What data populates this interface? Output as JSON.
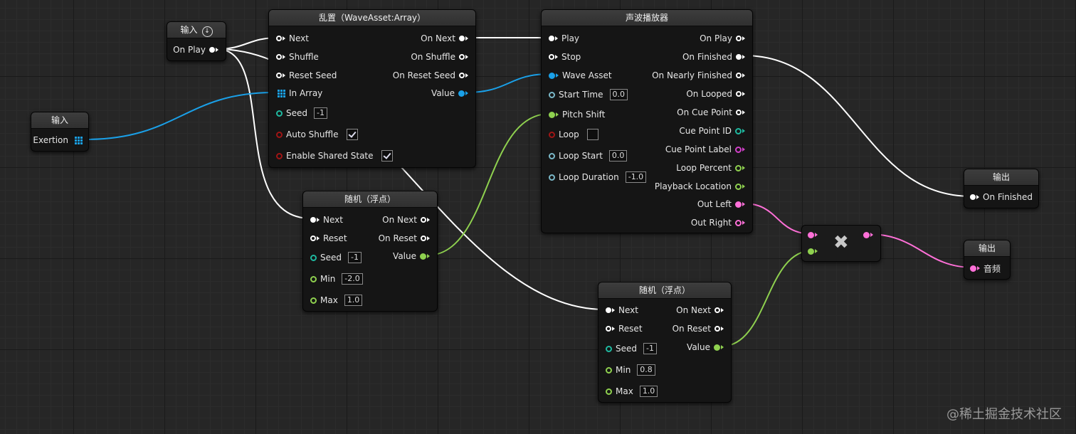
{
  "colors": {
    "exec": "#ffffff",
    "wave": "#1aa0e8",
    "float": "#8fd14f",
    "int": "#1fb9a0",
    "bool": "#a01515",
    "audio": "#ff70d8",
    "label": "#d040c8"
  },
  "input_play": {
    "title": "输入",
    "pin": "On Play"
  },
  "input_exertion": {
    "title": "输入",
    "pin": "Exertion"
  },
  "shuffle": {
    "title": "乱置（WaveAsset:Array）",
    "inputs": {
      "next": "Next",
      "shuffle": "Shuffle",
      "reset_seed": "Reset Seed",
      "in_array": "In Array",
      "seed": "Seed",
      "seed_val": "-1",
      "auto_shuffle": "Auto Shuffle",
      "enable_shared": "Enable Shared State"
    },
    "outputs": {
      "on_next": "On Next",
      "on_shuffle": "On Shuffle",
      "on_reset_seed": "On Reset Seed",
      "value": "Value"
    }
  },
  "random1": {
    "title": "随机（浮点）",
    "inputs": {
      "next": "Next",
      "reset": "Reset",
      "seed": "Seed",
      "seed_val": "-1",
      "min": "Min",
      "min_val": "-2.0",
      "max": "Max",
      "max_val": "1.0"
    },
    "outputs": {
      "on_next": "On Next",
      "on_reset": "On Reset",
      "value": "Value"
    }
  },
  "random2": {
    "title": "随机（浮点）",
    "inputs": {
      "next": "Next",
      "reset": "Reset",
      "seed": "Seed",
      "seed_val": "-1",
      "min": "Min",
      "min_val": "0.8",
      "max": "Max",
      "max_val": "1.0"
    },
    "outputs": {
      "on_next": "On Next",
      "on_reset": "On Reset",
      "value": "Value"
    }
  },
  "player": {
    "title": "声波播放器",
    "inputs": {
      "play": "Play",
      "stop": "Stop",
      "wave_asset": "Wave Asset",
      "start_time": "Start Time",
      "start_time_val": "0.0",
      "pitch_shift": "Pitch Shift",
      "loop": "Loop",
      "loop_start": "Loop Start",
      "loop_start_val": "0.0",
      "loop_duration": "Loop Duration",
      "loop_duration_val": "-1.0"
    },
    "outputs": {
      "on_play": "On Play",
      "on_finished": "On Finished",
      "on_nearly_finished": "On Nearly Finished",
      "on_looped": "On Looped",
      "on_cue_point": "On Cue Point",
      "cue_point_id": "Cue Point ID",
      "cue_point_label": "Cue Point Label",
      "loop_percent": "Loop Percent",
      "playback_location": "Playback Location",
      "out_left": "Out Left",
      "out_right": "Out Right"
    }
  },
  "output_finished": {
    "title": "输出",
    "pin": "On Finished"
  },
  "output_audio": {
    "title": "输出",
    "pin": "音频"
  },
  "multiply": {
    "symbol": "✖"
  },
  "watermark": "@稀土掘金技术社区"
}
